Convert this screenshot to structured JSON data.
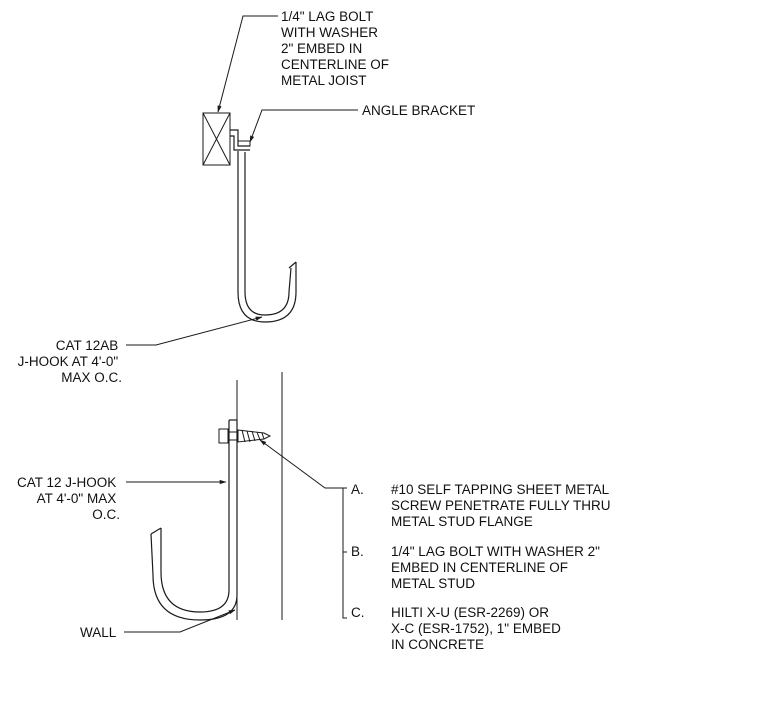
{
  "callouts": {
    "lag_bolt_top": [
      "1/4\" LAG BOLT",
      "WITH WASHER",
      "2\" EMBED IN",
      "CENTERLINE OF",
      "METAL JOIST"
    ],
    "angle_bracket": "ANGLE BRACKET",
    "jhook_top": [
      "CAT 12AB",
      "J-HOOK AT 4'-0\"",
      "MAX O.C."
    ],
    "jhook_wall": [
      "CAT 12 J-HOOK",
      "AT 4'-0\" MAX",
      "O.C."
    ],
    "wall": "WALL"
  },
  "notes": [
    {
      "letter": "A.",
      "lines": [
        "#10 SELF TAPPING SHEET METAL",
        "SCREW PENETRATE FULLY THRU",
        "METAL STUD FLANGE"
      ]
    },
    {
      "letter": "B.",
      "lines": [
        "1/4\" LAG BOLT WITH WASHER 2\"",
        "EMBED IN CENTERLINE OF",
        "METAL STUD"
      ]
    },
    {
      "letter": "C.",
      "lines": [
        "HILTI X-U (ESR-2269) OR",
        "X-C (ESR-1752), 1\" EMBED",
        "IN CONCRETE"
      ]
    }
  ]
}
